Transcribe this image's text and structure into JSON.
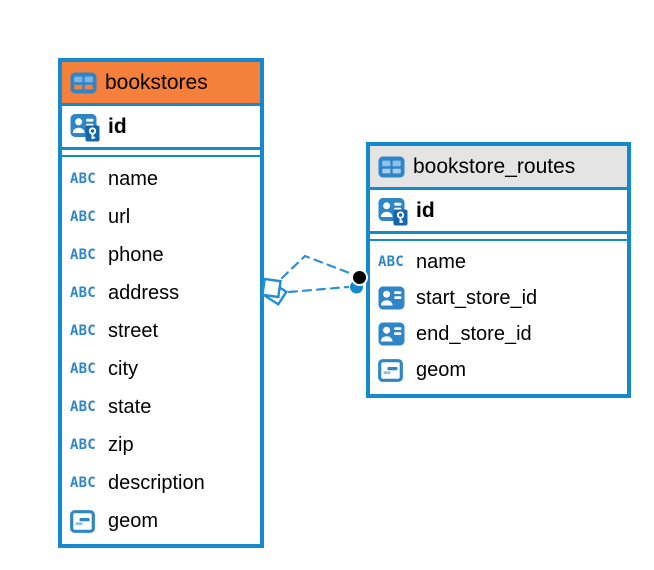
{
  "diagram": {
    "tables": [
      {
        "name": "bookstores",
        "header_style": "orange",
        "primary_key": "id",
        "columns": [
          {
            "name": "name",
            "type": "text"
          },
          {
            "name": "url",
            "type": "text"
          },
          {
            "name": "phone",
            "type": "text"
          },
          {
            "name": "address",
            "type": "text"
          },
          {
            "name": "street",
            "type": "text"
          },
          {
            "name": "city",
            "type": "text"
          },
          {
            "name": "state",
            "type": "text"
          },
          {
            "name": "zip",
            "type": "text"
          },
          {
            "name": "description",
            "type": "text"
          },
          {
            "name": "geom",
            "type": "geometry"
          }
        ]
      },
      {
        "name": "bookstore_routes",
        "header_style": "gray",
        "primary_key": "id",
        "columns": [
          {
            "name": "name",
            "type": "text"
          },
          {
            "name": "start_store_id",
            "type": "reference"
          },
          {
            "name": "end_store_id",
            "type": "reference"
          },
          {
            "name": "geom",
            "type": "geometry"
          }
        ]
      }
    ],
    "connectors": {
      "style": "dashed",
      "line_count": 2
    }
  },
  "icons": {
    "text_badge": "ABC"
  },
  "colors": {
    "accent_blue": "#1489CE",
    "icon_blue": "#2E86C8",
    "header_orange": "#F5803C",
    "header_gray": "#E4E4E4",
    "connector_blue": "#2E8FD3"
  }
}
